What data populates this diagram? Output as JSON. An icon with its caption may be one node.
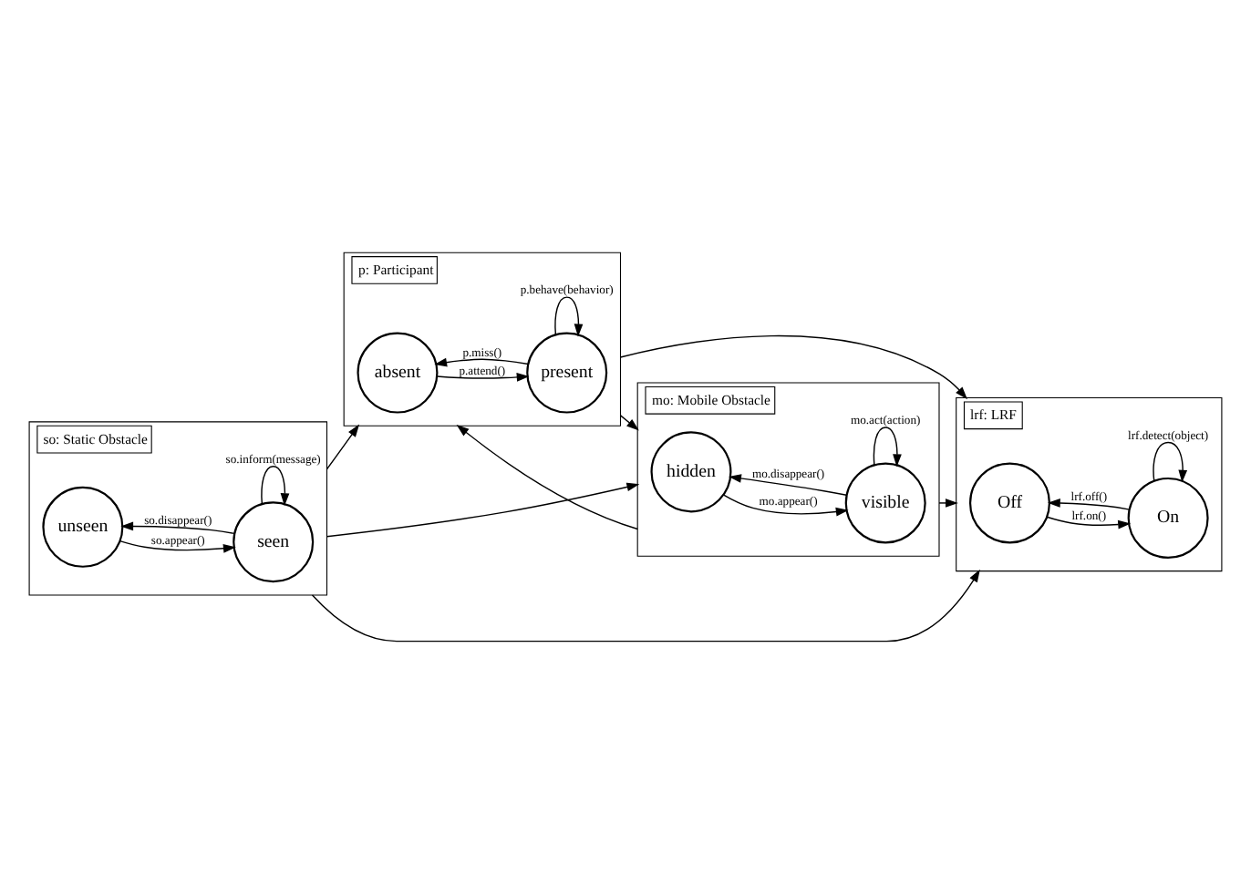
{
  "diagram": {
    "nodes": [
      {
        "text": [
          "p: Participant"
        ]
      },
      {
        "text": [
          "absent"
        ],
        "in": 0
      },
      {
        "text": [
          "present"
        ],
        "in": 0
      },
      {
        "text": [
          "mo: Mobile Obstacle"
        ]
      },
      {
        "text": [
          "hidden"
        ],
        "in": 3
      },
      {
        "text": [
          "visible"
        ],
        "in": 3
      },
      {
        "text": [
          "so: Static Obstacle"
        ]
      },
      {
        "text": [
          "unseen"
        ],
        "in": 6
      },
      {
        "text": [
          "seen"
        ],
        "in": 6
      },
      {
        "text": [
          "lrf: LRF"
        ]
      },
      {
        "text": [
          "Off"
        ],
        "in": 9
      },
      {
        "text": [
          "On"
        ],
        "in": 9
      }
    ],
    "edges": [
      {
        "from": 1,
        "to": 2,
        "arrow": "to",
        "label": "p.attend()"
      },
      {
        "from": 2,
        "to": 2,
        "arrow": "to",
        "label": "p.behave(behavior)"
      },
      {
        "from": 2,
        "to": 1,
        "arrow": "to",
        "label": "p.miss()"
      },
      {
        "from": 4,
        "to": 5,
        "arrow": "to",
        "label": "mo.appear()"
      },
      {
        "from": 5,
        "to": 5,
        "arrow": "to",
        "label": "mo.act(action)"
      },
      {
        "from": 5,
        "to": 4,
        "arrow": "to",
        "label": "mo.disappear()"
      },
      {
        "from": 7,
        "to": 8,
        "arrow": "to",
        "label": "so.appear()"
      },
      {
        "from": 8,
        "to": 8,
        "arrow": "to",
        "label": "so.inform(message)"
      },
      {
        "from": 8,
        "to": 7,
        "arrow": "to",
        "label": "so.disappear()"
      },
      {
        "from": 10,
        "to": 11,
        "arrow": "to",
        "label": "lrf.on()"
      },
      {
        "from": 11,
        "to": 11,
        "arrow": "to",
        "label": "lrf.detect(object)"
      },
      {
        "from": 11,
        "to": 10,
        "arrow": "to",
        "label": "lrf.off()"
      },
      {
        "from": 0,
        "to": 3,
        "arrow": "to"
      },
      {
        "from": 3,
        "to": 0,
        "arrow": "to"
      },
      {
        "from": 6,
        "to": 0,
        "arrow": "to"
      },
      {
        "from": 6,
        "to": 3,
        "arrow": "to"
      },
      {
        "from": 0,
        "to": 9,
        "arrow": "to"
      },
      {
        "from": 3,
        "to": 9,
        "arrow": "to"
      },
      {
        "from": 6,
        "to": 9,
        "arrow": "to"
      }
    ]
  }
}
